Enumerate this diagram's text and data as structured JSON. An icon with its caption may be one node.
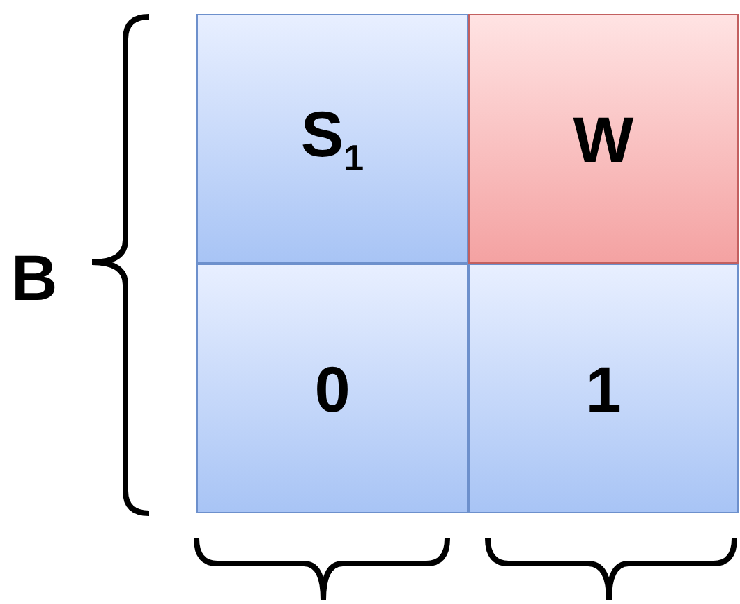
{
  "diagram": {
    "nodes": [
      {
        "text": [
          "S$_{1}$"
        ]
      },
      {
        "text": [
          "W"
        ]
      },
      {
        "text": [
          "0"
        ]
      },
      {
        "text": [
          "1"
        ]
      }
    ],
    "labels": [
      "B"
    ]
  }
}
